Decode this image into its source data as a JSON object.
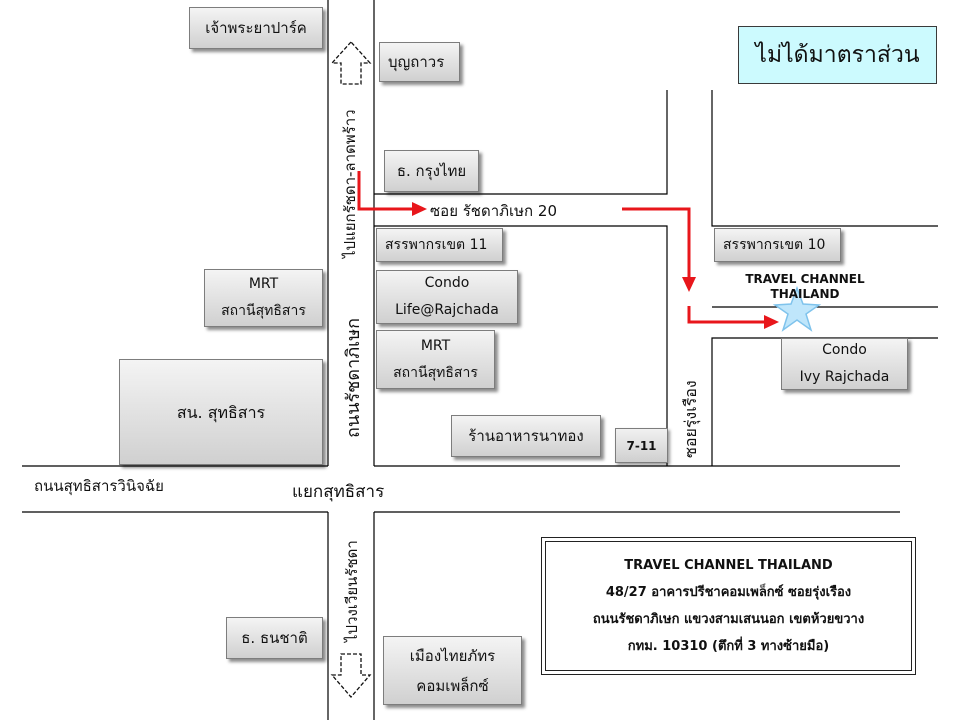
{
  "scale_note": "ไม่ได้มาตราส่วน",
  "roads": {
    "soi_ratchada_20": "ซอย รัชดาภิเษก 20",
    "soi_rung_rueang": "ซอยรุ่งเรือง",
    "thanon_ratchada": "ถนนรัชดาภิเษก",
    "thanon_sutthisan": "ถนนสุทธิสารวินิจฉัย",
    "intersection": "แยกสุทธิสาร",
    "to_lat_phrao": "ไปแยกรัชดา-ลาดพร้าว",
    "to_huai_khwang": "ไปวงเวียนรัชดา"
  },
  "places": {
    "chao_phraya_park": "เจ้าพระยาปาร์ค",
    "bunthawon": "บุญถาวร",
    "krungthai_bank": "ธ. กรุงไทย",
    "revenue_11": "สรรพากรเขต 11",
    "revenue_10": "สรรพากรเขต 10",
    "condo_life": [
      "Condo",
      "Life@Rajchada"
    ],
    "condo_ivy": [
      "Condo",
      "Ivy Rajchada"
    ],
    "mrt_left": [
      "MRT",
      "สถานีสุทธิสาร"
    ],
    "mrt_right": [
      "MRT",
      "สถานีสุทธิสาร"
    ],
    "police_station": "สน. สุทธิสาร",
    "restaurant": "ร้านอาหารนาทอง",
    "seven_eleven": "7-11",
    "thanachart_bank": "ธ. ธนชาติ",
    "muang_thai": [
      "เมืองไทยภัทร",
      "คอมเพล็กซ์"
    ]
  },
  "destination": {
    "name_lines": [
      "TRAVEL CHANNEL",
      "THAILAND"
    ],
    "marker": "star-marker",
    "marker_color": "#bfe6fb"
  },
  "address": {
    "lines": [
      "TRAVEL CHANNEL  THAILAND",
      "48/27 อาคารปรีชาคอมเพล็กซ์ ซอยรุ่งเรือง",
      "ถนนรัชดาภิเษก แขวงสามเสนนอก เขตห้วยขวาง",
      "กทม. 10310 (ตึกที่ 3 ทางซ้ายมือ)"
    ]
  },
  "colors": {
    "route": "#e8161b",
    "roads": "#000000",
    "box_border": "#7d7d7d",
    "note_bg": "#ccfafe"
  },
  "icons": {
    "north_arrow": "up-outline-arrow-icon",
    "south_arrow": "down-outline-arrow-icon"
  }
}
